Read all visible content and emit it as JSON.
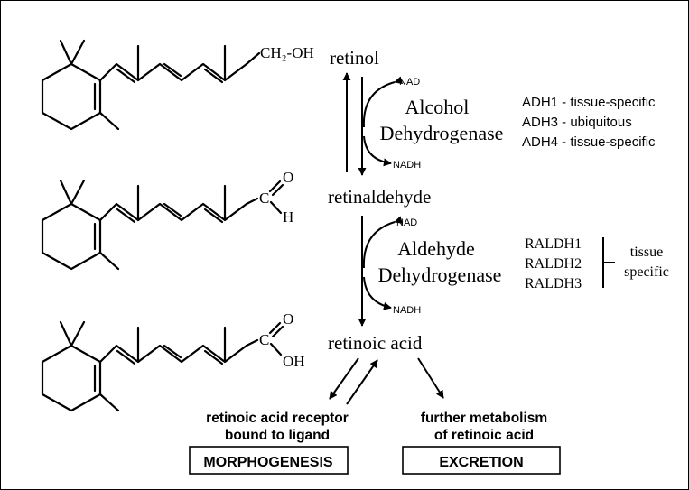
{
  "molecules": {
    "retinol": {
      "group": "CH₂-OH"
    },
    "retinaldehyde": {
      "carbon": "C",
      "oxygen": "O",
      "hydrogen": "H"
    },
    "retinoic_acid": {
      "carbon": "C",
      "oxygen": "O",
      "hydroxyl": "OH"
    }
  },
  "pathway": {
    "compounds": [
      "retinol",
      "retinaldehyde",
      "retinoic acid"
    ],
    "step1": {
      "cofactor_in": "NAD",
      "cofactor_out": "NADH",
      "enzyme": [
        "Alcohol",
        "Dehydrogenase"
      ],
      "isoforms": [
        "ADH1 - tissue-specific",
        "ADH3 - ubiquitous",
        "ADH4 - tissue-specific"
      ]
    },
    "step2": {
      "cofactor_in": "NAD",
      "cofactor_out": "NADH",
      "enzyme": [
        "Aldehyde",
        "Dehydrogenase"
      ],
      "isoforms": [
        "RALDH1",
        "RALDH2",
        "RALDH3"
      ],
      "isoform_note": [
        "tissue",
        "specific"
      ]
    }
  },
  "outcomes": {
    "receptor": {
      "lines": [
        "retinoic acid receptor",
        "bound to ligand"
      ],
      "box": "MORPHOGENESIS"
    },
    "metabolism": {
      "lines": [
        "further metabolism",
        "of retinoic acid"
      ],
      "box": "EXCRETION"
    }
  }
}
